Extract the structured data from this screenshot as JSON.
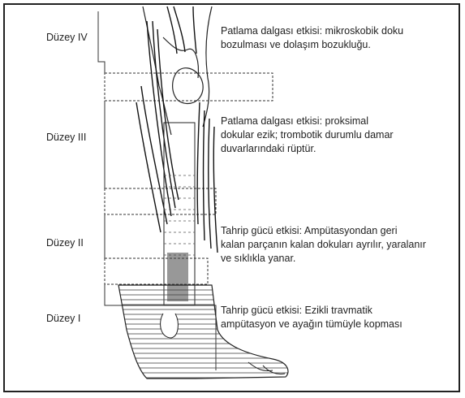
{
  "levels": [
    {
      "label": "Düzey IV",
      "lines": [
        "Patlama dalgası etkisi: mikroskobik doku",
        "bozulması ve dolaşım bozukluğu."
      ]
    },
    {
      "label": "Düzey III",
      "lines": [
        "Patlama dalgası etkisi: proksimal",
        "dokular ezik; trombotik durumlu damar",
        "duvarlarındaki rüptür."
      ]
    },
    {
      "label": "Düzey II",
      "lines": [
        "Tahrip gücü etkisi: Ampütasyondan geri",
        "kalan parçanın kalan dokuları ayrılır, yaralanır",
        "ve sıklıkla yanar."
      ]
    },
    {
      "label": "Düzey I",
      "lines": [
        "Tahrip gücü etkisi: Ezikli travmatik",
        "ampütasyon ve ayağın tümüyle kopması"
      ]
    }
  ],
  "colors": {
    "ink": "#222222",
    "frame": "#222222",
    "background": "#ffffff"
  }
}
